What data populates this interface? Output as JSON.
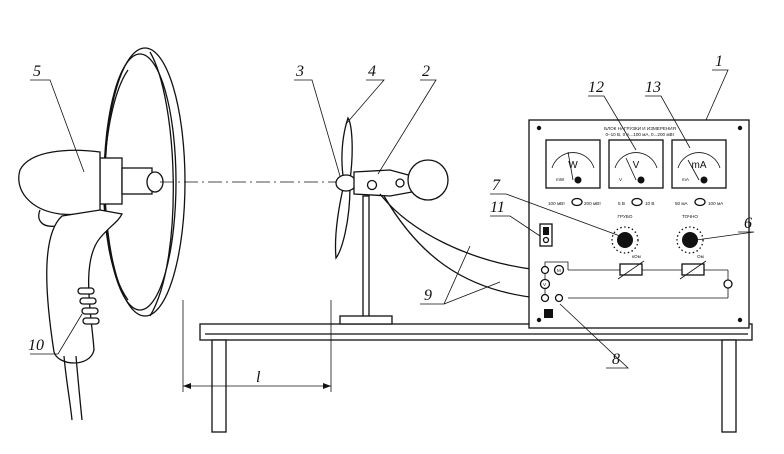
{
  "callouts": [
    {
      "id": "1",
      "label": "1"
    },
    {
      "id": "2",
      "label": "2"
    },
    {
      "id": "3",
      "label": "3"
    },
    {
      "id": "4",
      "label": "4"
    },
    {
      "id": "5",
      "label": "5"
    },
    {
      "id": "6",
      "label": "6"
    },
    {
      "id": "7",
      "label": "7"
    },
    {
      "id": "8",
      "label": "8"
    },
    {
      "id": "9",
      "label": "9"
    },
    {
      "id": "10",
      "label": "10"
    },
    {
      "id": "11",
      "label": "11"
    },
    {
      "id": "12",
      "label": "12"
    },
    {
      "id": "13",
      "label": "13"
    }
  ],
  "dimension": {
    "label": "l"
  },
  "panel": {
    "title_line1": "БЛОК НАГРУЗКИ И ИЗМЕРЕНИЯ",
    "title_line2": "0–10 В, 0 А...100 мА, 0...200 мВт",
    "meters": [
      {
        "symbol": "W",
        "sub": "mW"
      },
      {
        "symbol": "V",
        "sub": "V"
      },
      {
        "symbol": "mA",
        "sub": "mA"
      }
    ],
    "switches": [
      {
        "left": "100 мВт",
        "right": "200 мВт"
      },
      {
        "left": "5 В",
        "right": "10 В"
      },
      {
        "left": "50 мА",
        "right": "100 мА"
      }
    ],
    "knob_left": {
      "label": "ГРУБО",
      "unit": "кОм"
    },
    "knob_right": {
      "label": "ТОЧНО",
      "unit": "Ом"
    },
    "terminal_labels": {
      "v": "V",
      "m": "M"
    }
  }
}
